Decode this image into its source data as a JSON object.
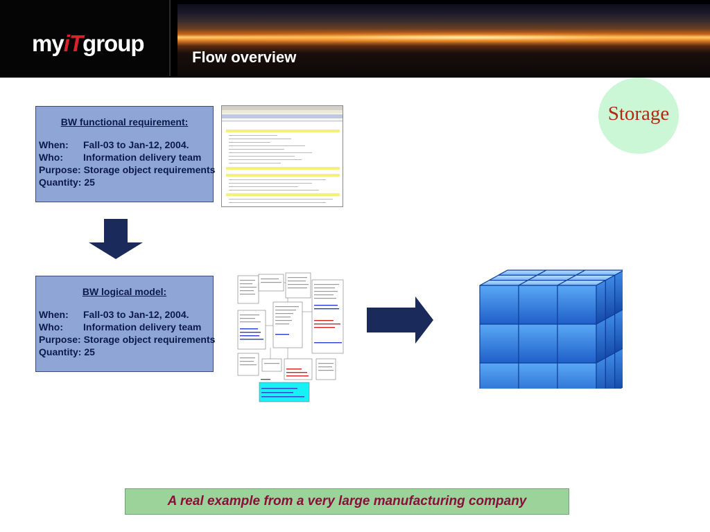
{
  "header": {
    "logo": "myitgroup",
    "title": "Flow overview"
  },
  "box_functional": {
    "heading": "BW functional requirement:",
    "when_label": "When:",
    "when_value": "Fall-03 to Jan-12, 2004.",
    "who_label": "Who:",
    "who_value": "Information delivery team",
    "purpose_label": "Purpose:",
    "purpose_value": "Storage object requirements",
    "quantity_label": "Quantity:",
    "quantity_value": "25"
  },
  "box_logical": {
    "heading": "BW logical model:",
    "when_label": "When:",
    "when_value": "Fall-03 to Jan-12, 2004.",
    "who_label": "Who:",
    "who_value": "Information delivery team",
    "purpose_label": "Purpose:",
    "purpose_value": "Storage object requirements",
    "quantity_label": "Quantity:",
    "quantity_value": "25"
  },
  "storage_label": "Storage",
  "caption": "A real example from a very large manufacturing company",
  "colors": {
    "box_fill": "#8fa5d6",
    "arrow": "#1a2a5a",
    "storage_fill": "#ccf7d6",
    "storage_text": "#b02a12",
    "caption_fill": "#9bd39b",
    "caption_text": "#8a0f3a",
    "cube": "#2f7fe0"
  }
}
